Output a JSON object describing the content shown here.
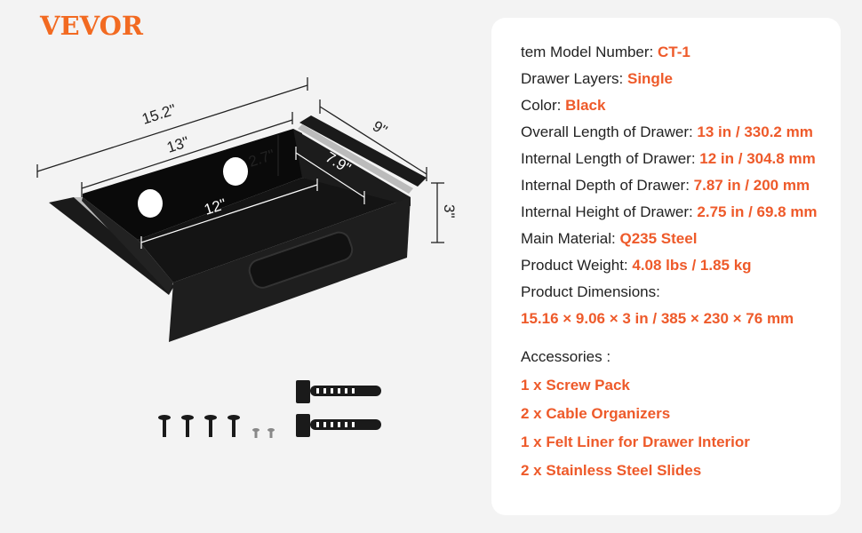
{
  "brand": "VEVOR",
  "dimensions": {
    "overall_length": "15.2\"",
    "length": "13\"",
    "depth_outer": "9\"",
    "height_inner": "2.7\"",
    "depth_inner": "7.9\"",
    "length_inner": "12\"",
    "height": "3\""
  },
  "specs": [
    {
      "label": "tem Model Number: ",
      "value": "CT-1"
    },
    {
      "label": "Drawer Layers: ",
      "value": "Single"
    },
    {
      "label": "Color: ",
      "value": "Black"
    },
    {
      "label": "Overall Length of Drawer: ",
      "value": "13 in / 330.2 mm"
    },
    {
      "label": "Internal Length of Drawer: ",
      "value": "12 in / 304.8 mm"
    },
    {
      "label": "Internal Depth of Drawer: ",
      "value": "7.87 in / 200 mm"
    },
    {
      "label": "Internal Height of Drawer: ",
      "value": "2.75 in / 69.8 mm"
    },
    {
      "label": "Main Material: ",
      "value": "Q235 Steel"
    },
    {
      "label": "Product Weight: ",
      "value": "4.08 lbs / 1.85 kg"
    },
    {
      "label": "Product Dimensions:",
      "value": ""
    }
  ],
  "product_dimensions_value": "15.16 × 9.06 × 3 in / 385 × 230 × 76 mm",
  "accessories_title": "Accessories :",
  "accessories": [
    "1 x Screw Pack",
    "2 x Cable Organizers",
    "1 x Felt Liner for Drawer Interior",
    "2 x Stainless Steel Slides"
  ],
  "colors": {
    "accent": "#ee5a2a",
    "brand": "#f26a21"
  }
}
